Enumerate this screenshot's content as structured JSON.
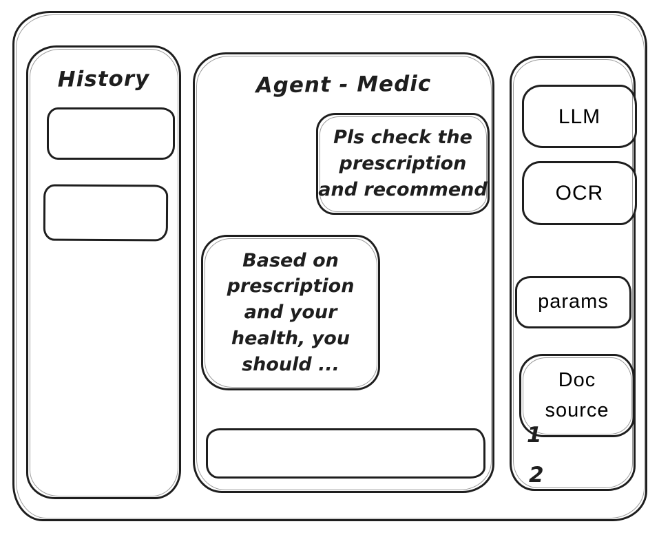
{
  "colors": {
    "stroke": "#1e1e1e",
    "background": "#ffffff"
  },
  "history_panel": {
    "title": "History",
    "items": [
      {
        "label": ""
      },
      {
        "label": ""
      }
    ]
  },
  "chat_panel": {
    "title": "Agent - Medic",
    "messages": [
      {
        "role": "user",
        "text": "Pls check the\nprescription\nand recommend"
      },
      {
        "role": "assistant",
        "text": "Based on\nprescription\nand your\nhealth, you\nshould ..."
      }
    ],
    "input": {
      "value": "",
      "placeholder": ""
    }
  },
  "tools_panel": {
    "buttons": [
      {
        "label": "LLM"
      },
      {
        "label": "OCR"
      },
      {
        "label": "params"
      },
      {
        "label": "Doc source"
      }
    ],
    "doc_list": [
      {
        "label": "1"
      },
      {
        "label": "2"
      }
    ]
  }
}
